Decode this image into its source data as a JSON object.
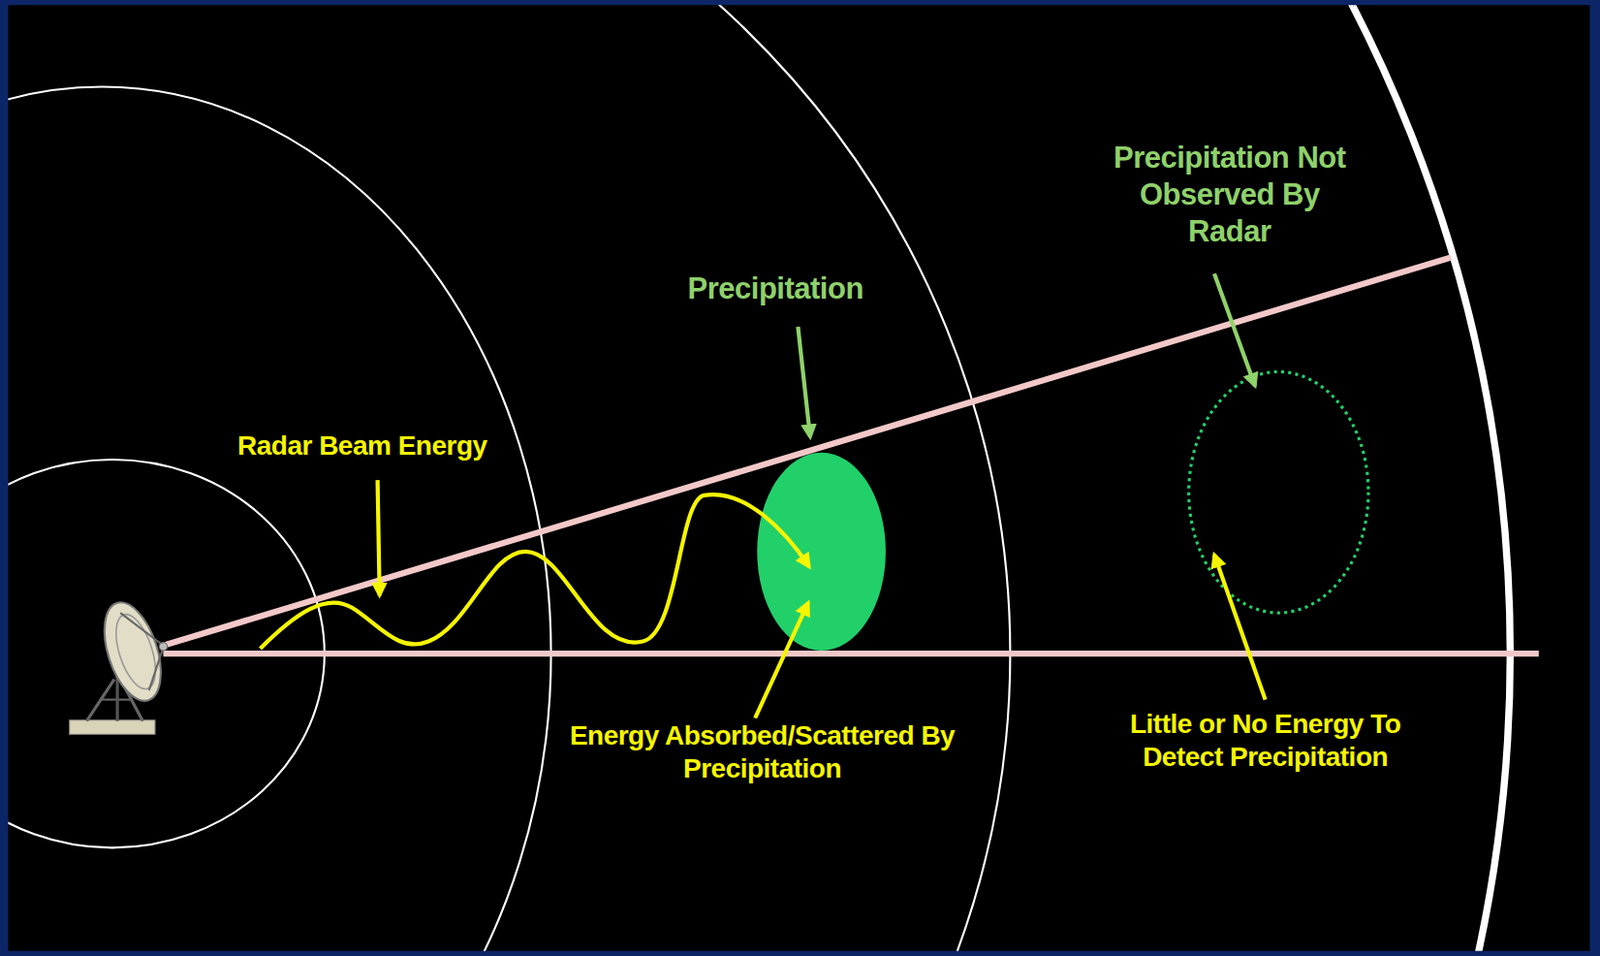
{
  "diagram": {
    "labels": [
      "Precipitation Not Observed By Radar",
      "Precipitation",
      "Radar Beam Energy",
      "Energy Absorbed/Scattered By Precipitation",
      "Little or No Energy To Detect Precipitation"
    ]
  }
}
